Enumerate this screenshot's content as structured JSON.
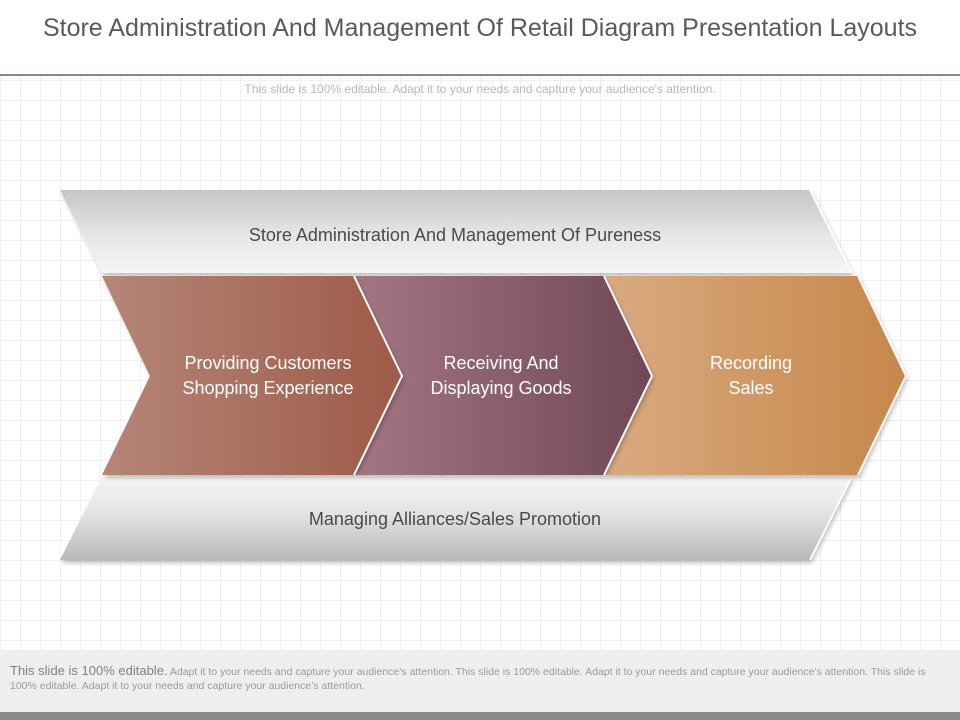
{
  "page": {
    "title": "Store Administration And Management Of Retail Diagram Presentation Layouts",
    "subtitle": "This slide is 100% editable. Adapt it to your needs and capture your audience's attention."
  },
  "diagram": {
    "top_band": "Store Administration And Management  Of Pureness",
    "bottom_band": "Managing Alliances/Sales Promotion",
    "chevrons": [
      {
        "line1": "Providing Customers",
        "line2": "Shopping  Experience",
        "color": "#a8685a"
      },
      {
        "line1": "Receiving And",
        "line2": "Displaying Goods",
        "color": "#8a5a68"
      },
      {
        "line1": "Recording",
        "line2": "Sales",
        "color": "#d39a60"
      }
    ]
  },
  "footer": {
    "lead": "This slide is 100% editable.",
    "body": " Adapt it to your needs and capture your audience’s attention. This slide is 100% editable. Adapt it to your needs and capture your audience’s attention. This slide is 100% editable. Adapt it to your needs and capture your audience’s attention."
  }
}
